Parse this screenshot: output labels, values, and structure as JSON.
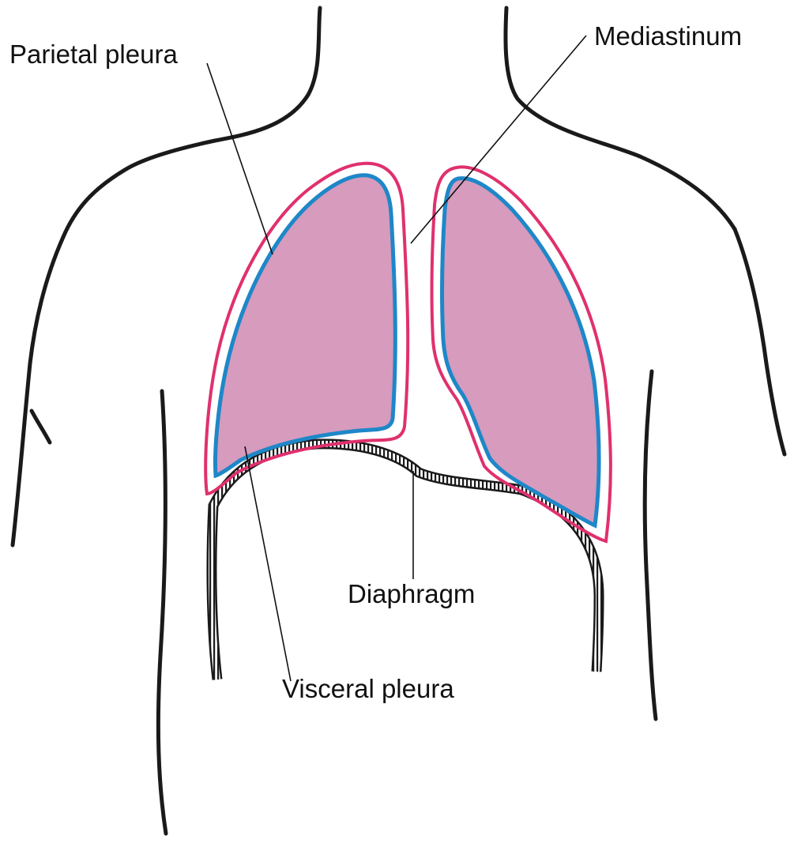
{
  "labels": {
    "parietal_pleura": "Parietal pleura",
    "mediastinum": "Mediastinum",
    "diaphragm": "Diaphragm",
    "visceral_pleura": "Visceral pleura"
  },
  "colors": {
    "background": "#ffffff",
    "outline": "#1a1a1a",
    "lung_fill": "#d69bbd",
    "parietal_pleura": "#e0306e",
    "visceral_pleura": "#1e87c8",
    "leader_line": "#111111"
  }
}
